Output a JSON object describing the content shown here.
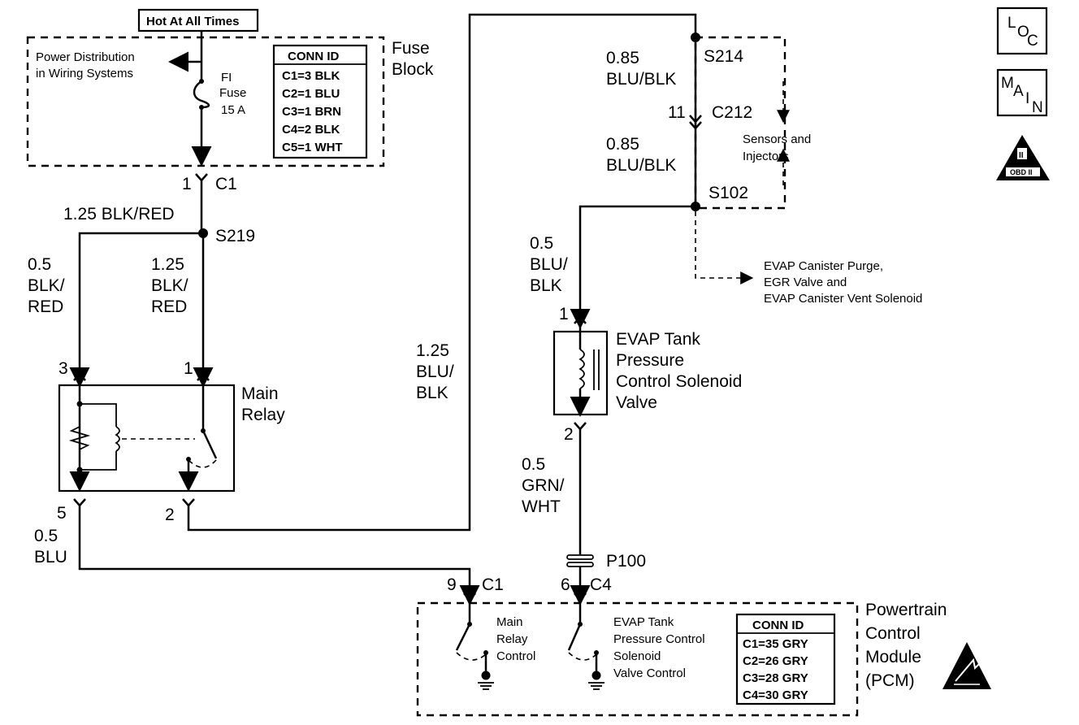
{
  "fuse_block": {
    "hot_label": "Hot At All Times",
    "title_line1": "Fuse",
    "title_line2": "Block",
    "power_dist_line1": "Power Distribution",
    "power_dist_line2": "in Wiring Systems",
    "fuse_line1": "FI",
    "fuse_line2": "Fuse",
    "fuse_line3": "15 A",
    "conn_title": "CONN ID",
    "conn": [
      "C1=3 BLK",
      "C2=1 BLU",
      "C3=1 BRN",
      "C4=2 BLK",
      "C5=1 WHT"
    ]
  },
  "pins": {
    "c1_pin": "1",
    "c1_label": "C1",
    "relay_pin3": "3",
    "relay_pin1": "1",
    "relay_pin5": "5",
    "relay_pin2": "2",
    "c212_pin": "11",
    "c212_label": "C212",
    "evap_pin1": "1",
    "evap_pin2": "2",
    "pcm_pin9": "9",
    "pcm_c1": "C1",
    "pcm_pin6": "6",
    "pcm_c4": "C4"
  },
  "wires": {
    "w_blk_red_125": "1.25 BLK/RED",
    "w_left_1": "0.5",
    "w_left_2": "BLK/",
    "w_left_3": "RED",
    "w_mid_1": "1.25",
    "w_mid_2": "BLK/",
    "w_mid_3": "RED",
    "w_blu_125_1": "1.25",
    "w_blu_125_2": "BLU/",
    "w_blu_125_3": "BLK",
    "w_top_1": "0.85",
    "w_top_2": "BLU/BLK",
    "w_top2_1": "0.85",
    "w_top2_2": "BLU/BLK",
    "w_evap_1": "0.5",
    "w_evap_2": "BLU/",
    "w_evap_3": "BLK",
    "w_grn_1": "0.5",
    "w_grn_2": "GRN/",
    "w_grn_3": "WHT",
    "w_blu_1": "0.5",
    "w_blu_2": "BLU"
  },
  "splices": {
    "s219": "S219",
    "s214": "S214",
    "s102": "S102",
    "p100": "P100"
  },
  "relay": {
    "title_line1": "Main",
    "title_line2": "Relay"
  },
  "sensors": {
    "line1": "Sensors and",
    "line2": "Injectors"
  },
  "evap_dest": {
    "line1": "EVAP Canister Purge,",
    "line2": "EGR Valve and",
    "line3": "EVAP Canister Vent Solenoid"
  },
  "solenoid": {
    "line1": "EVAP Tank",
    "line2": "Pressure",
    "line3": "Control Solenoid",
    "line4": "Valve"
  },
  "pcm": {
    "title_line1": "Powertrain",
    "title_line2": "Control",
    "title_line3": "Module",
    "title_line4": "(PCM)",
    "relay_ctrl_1": "Main",
    "relay_ctrl_2": "Relay",
    "relay_ctrl_3": "Control",
    "evap_ctrl_1": "EVAP Tank",
    "evap_ctrl_2": "Pressure Control",
    "evap_ctrl_3": "Solenoid",
    "evap_ctrl_4": "Valve Control",
    "conn_title": "CONN ID",
    "conn": [
      "C1=35 GRY",
      "C2=26 GRY",
      "C3=28 GRY",
      "C4=30 GRY"
    ]
  },
  "icons": {
    "loc_l": "L",
    "loc_o": "O",
    "loc_c": "C",
    "main_m": "M",
    "main_a": "A",
    "main_i": "I",
    "main_n": "N",
    "obd_label": "OBD II",
    "obd_numeral": "II"
  }
}
